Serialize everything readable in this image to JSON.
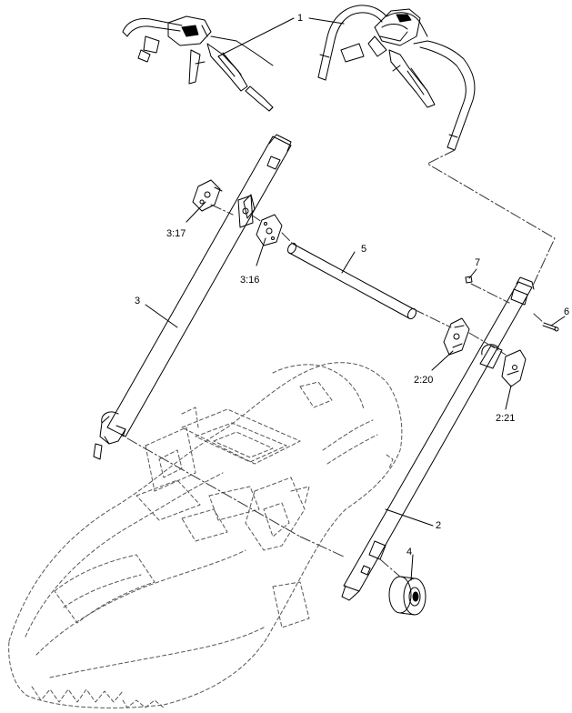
{
  "diagram": {
    "callouts": [
      {
        "id": "c1",
        "text": "1"
      },
      {
        "id": "c317",
        "text": "3:17"
      },
      {
        "id": "c316",
        "text": "3:16"
      },
      {
        "id": "c5",
        "text": "5"
      },
      {
        "id": "c7",
        "text": "7"
      },
      {
        "id": "c6",
        "text": "6"
      },
      {
        "id": "c3",
        "text": "3"
      },
      {
        "id": "c220",
        "text": "2:20"
      },
      {
        "id": "c221",
        "text": "2:21"
      },
      {
        "id": "c2",
        "text": "2"
      },
      {
        "id": "c4",
        "text": "4"
      }
    ]
  }
}
